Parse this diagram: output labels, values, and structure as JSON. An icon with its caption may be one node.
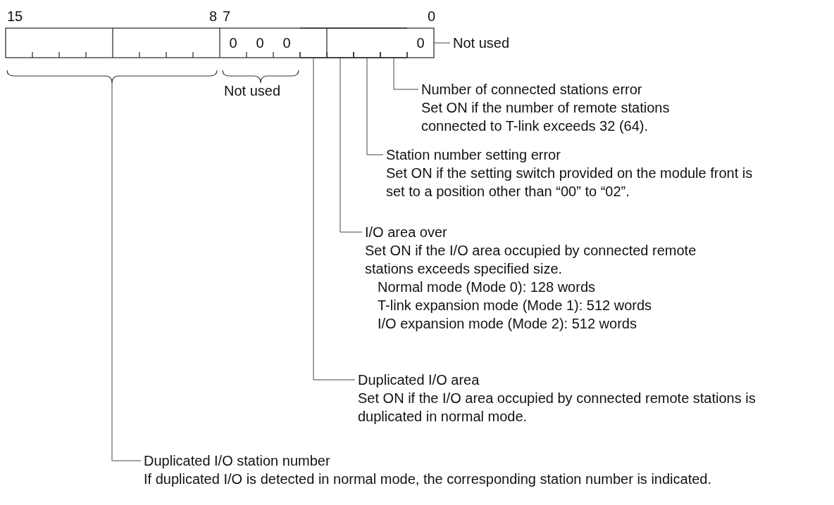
{
  "diagram": {
    "nodes": [
      {
        "text": [],
        "shape": "box"
      },
      {
        "text": [],
        "shape": "box"
      },
      {
        "text": [],
        "shape": "box"
      },
      {
        "text": [],
        "shape": "box"
      },
      {
        "text": [
          "0"
        ]
      },
      {
        "text": [
          "Not used"
        ]
      },
      {
        "text": [],
        "shape": "bracket"
      },
      {
        "text": [
          "Number of connected stations error",
          "Set ON if the number of remote stations connected to T-link exceeds 32 (64)."
        ]
      },
      {
        "text": [
          "Station number setting error",
          "Set ON if the setting switch provided on the module front is set to a position other than “00” to “02”."
        ]
      },
      {
        "text": [
          "I/O area over",
          "Set ON if the I/O area occupied by connected remote stations exceeds specified size.",
          "Normal mode (Mode 0): 128 words",
          "T-link expansion mode (Mode 1): 512 words",
          "I/O expansion mode (Mode 2): 512 words"
        ]
      },
      {
        "text": [
          "Duplicated I/O area",
          "Set ON if the I/O area occupied by connected remote stations is duplicated in normal mode."
        ]
      },
      {
        "text": [
          "Duplicated I/O station number",
          "If duplicated I/O is detected in normal mode, the corresponding station number is indicated."
        ]
      }
    ],
    "edges": [
      {
        "from": 5,
        "to": 4,
        "arrow": "none"
      },
      {
        "from": 7,
        "to": 3,
        "arrow": "none"
      },
      {
        "from": 8,
        "to": 2,
        "arrow": "none"
      },
      {
        "from": 9,
        "to": 1,
        "arrow": "none"
      },
      {
        "from": 10,
        "to": 0,
        "arrow": "none"
      },
      {
        "from": 11,
        "to": 6,
        "arrow": "none"
      }
    ],
    "labels": [
      "15",
      "8",
      "7",
      "0",
      "0",
      "0",
      "0",
      "Not used"
    ]
  }
}
